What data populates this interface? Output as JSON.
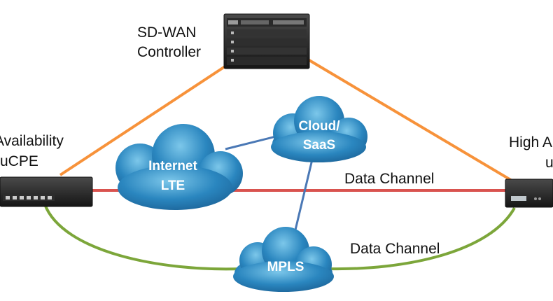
{
  "controller": {
    "line1": "SD-WAN",
    "line2": "Controller"
  },
  "left_site": {
    "line1": "Availability",
    "line2": "uCPE"
  },
  "right_site": {
    "line1": "High A",
    "line2": "u"
  },
  "clouds": {
    "internet": {
      "line1": "Internet",
      "line2": "LTE"
    },
    "cloud_saas": {
      "line1": "Cloud/",
      "line2": "SaaS"
    },
    "mpls": {
      "line1": "MPLS"
    }
  },
  "links": {
    "data_channel_top": "Data Channel",
    "data_channel_bottom": "Data Channel"
  },
  "colors": {
    "controller_link": "#f7923a",
    "internet_link": "#d9534f",
    "mpls_link": "#7ca63a",
    "cloud_link": "#4a78b5",
    "cloud_fill": "#2a86bf"
  }
}
